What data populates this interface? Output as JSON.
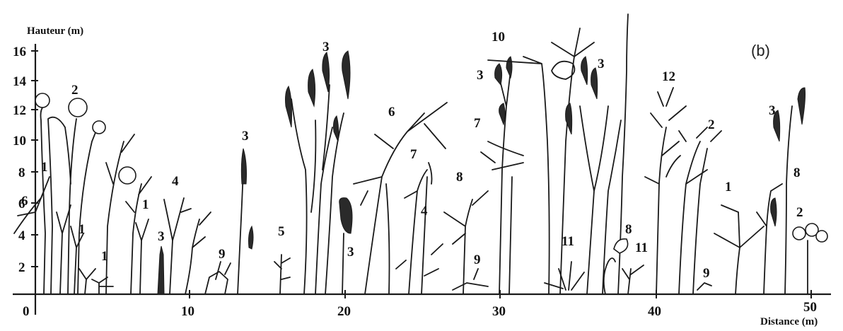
{
  "panel_label": "(b)",
  "y_axis": {
    "title": "Hauteur (m)",
    "ticks": [
      "2",
      "4",
      "6",
      "8",
      "10",
      "12",
      "14",
      "16"
    ]
  },
  "x_axis": {
    "title": "Distance (m)",
    "ticks": [
      "0",
      "10",
      "20",
      "30",
      "40",
      "50"
    ]
  },
  "species_labels": [
    "1",
    "6",
    "2",
    "1",
    "1",
    "3",
    "1",
    "4",
    "9",
    "3",
    "5",
    "3",
    "3",
    "6",
    "7",
    "4",
    "8",
    "9",
    "10",
    "3",
    "7",
    "11",
    "3",
    "8",
    "11",
    "12",
    "2",
    "9",
    "1",
    "3",
    "8",
    "2"
  ]
}
